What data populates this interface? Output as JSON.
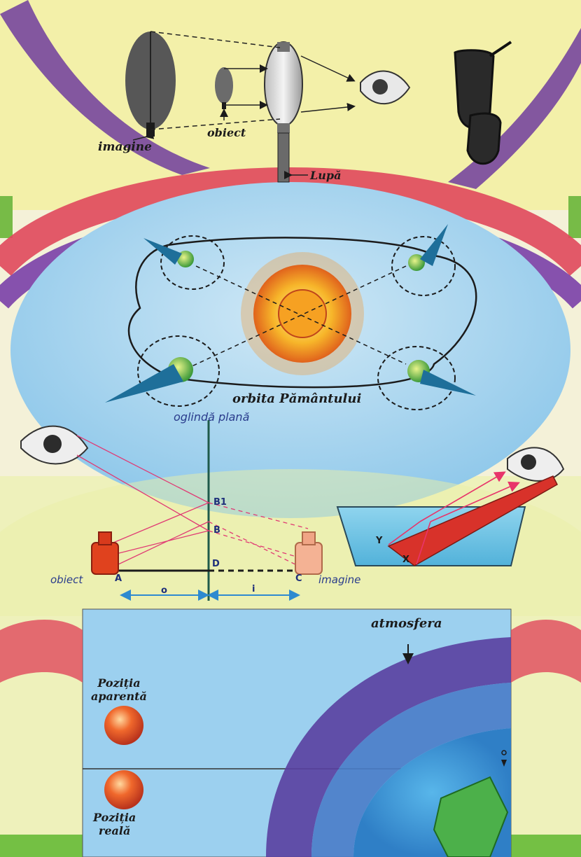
{
  "magnifier": {
    "image_label": "imagine",
    "object_label": "obiect",
    "lens_label": "Lupă"
  },
  "orbit": {
    "label": "orbita Pământului"
  },
  "mirror": {
    "mirror_label": "oglindă plană",
    "object_label": "obiect",
    "image_label": "imagine",
    "points": {
      "a": "A",
      "b": "B",
      "b1": "B1",
      "c": "C",
      "d": "D"
    },
    "distance_object": "o",
    "distance_image": "i"
  },
  "refraction": {
    "point_y": "Y",
    "point_x": "X"
  },
  "atmosphere": {
    "label": "atmosfera",
    "apparent_position": "Poziția\naparentă",
    "real_position": "Poziția\nreală"
  }
}
